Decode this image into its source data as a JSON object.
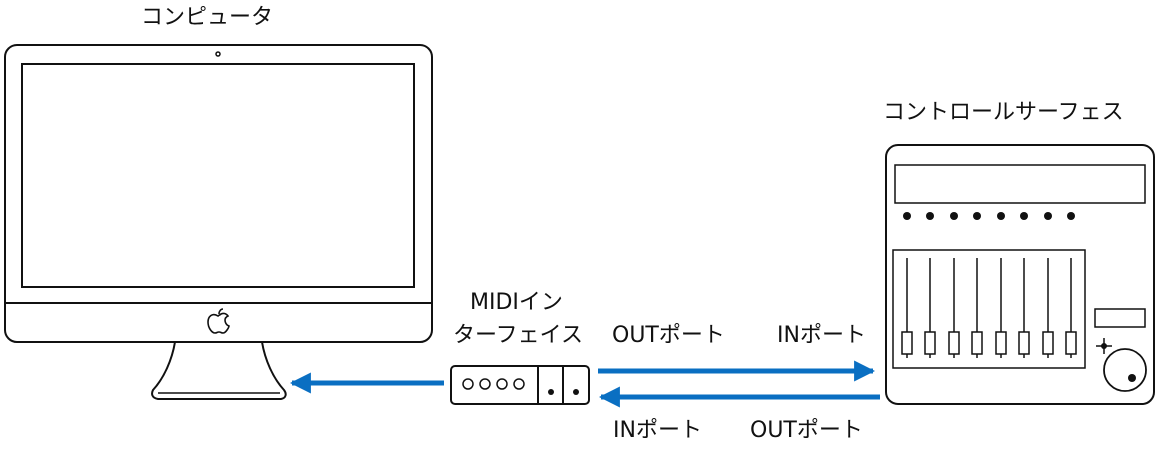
{
  "labels": {
    "computer": "コンピュータ",
    "control_surface": "コントロールサーフェス",
    "midi_interface_line1": "MIDIイン",
    "midi_interface_line2": "ターフェイス",
    "out_port_top": "OUTポート",
    "in_port_top": "INポート",
    "in_port_bottom": "INポート",
    "out_port_bottom": "OUTポート"
  },
  "colors": {
    "arrow": "#0a6fc2",
    "outline": "#111111"
  },
  "icons": {
    "computer": "imac-icon",
    "logo": "apple-logo-icon",
    "interface": "midi-interface-icon",
    "surface": "control-surface-icon"
  }
}
